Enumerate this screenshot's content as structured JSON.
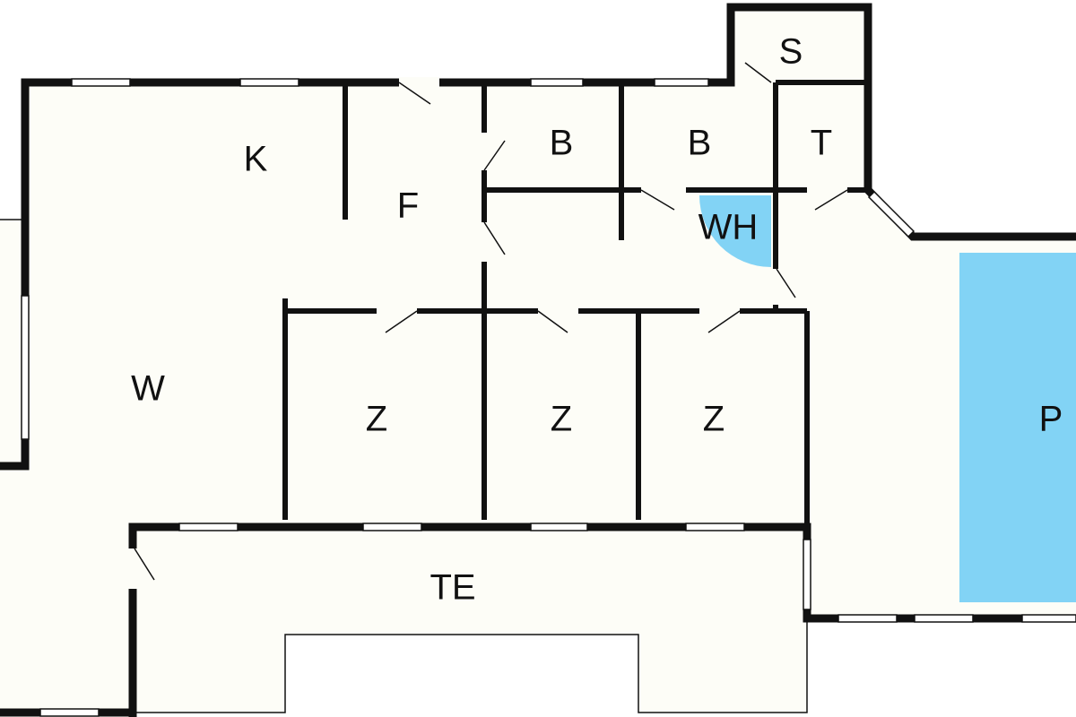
{
  "rooms": {
    "S": "S",
    "B1": "B",
    "B2": "B",
    "T": "T",
    "K": "K",
    "F": "F",
    "WH": "WH",
    "W": "W",
    "Z1": "Z",
    "Z2": "Z",
    "Z3": "Z",
    "TE": "TE",
    "P": "P"
  },
  "colors": {
    "floor": "#fdfdf7",
    "water": "#82d3f5",
    "wall": "#111111"
  }
}
